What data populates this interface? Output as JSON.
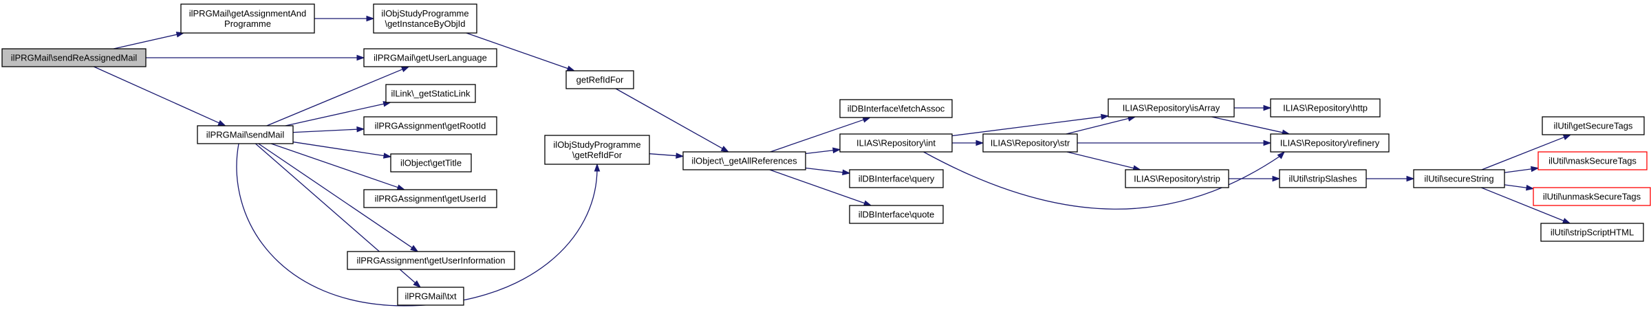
{
  "nodes": {
    "n1": [
      "ilPRGMail\\sendReAssignedMail"
    ],
    "n2": [
      "ilPRGMail\\getAssignmentAnd",
      "Programme"
    ],
    "n3": [
      "ilObjStudyProgramme",
      "\\getInstanceByObjId"
    ],
    "n4": [
      "ilPRGMail\\getUserLanguage"
    ],
    "n5": [
      "ilPRGMail\\sendMail"
    ],
    "n6": [
      "getRefIdFor"
    ],
    "n7": [
      "ilLink\\_getStaticLink"
    ],
    "n8": [
      "ilPRGAssignment\\getRootId"
    ],
    "n9": [
      "ilObject\\getTitle"
    ],
    "n10": [
      "ilPRGAssignment\\getUserId"
    ],
    "n11": [
      "ilPRGAssignment\\getUserInformation"
    ],
    "n12": [
      "ilPRGMail\\txt"
    ],
    "n13": [
      "ilObjStudyProgramme",
      "\\getRefIdFor"
    ],
    "n14": [
      "ilObject\\_getAllReferences"
    ],
    "n15": [
      "ilDBInterface\\fetchAssoc"
    ],
    "n16": [
      "ILIAS\\Repository\\int"
    ],
    "n17": [
      "ilDBInterface\\query"
    ],
    "n18": [
      "ilDBInterface\\quote"
    ],
    "n19": [
      "ILIAS\\Repository\\isArray"
    ],
    "n20": [
      "ILIAS\\Repository\\str"
    ],
    "n21": [
      "ILIAS\\Repository\\strip"
    ],
    "n22": [
      "ILIAS\\Repository\\http"
    ],
    "n23": [
      "ILIAS\\Repository\\refinery"
    ],
    "n24": [
      "ilUtil\\stripSlashes"
    ],
    "n25": [
      "ilUtil\\secureString"
    ],
    "n26": [
      "ilUtil\\getSecureTags"
    ],
    "n27": [
      "ilUtil\\maskSecureTags"
    ],
    "n28": [
      "ilUtil\\unmaskSecureTags"
    ],
    "n29": [
      "ilUtil\\stripScriptHTML"
    ]
  },
  "edges": [
    [
      "n1",
      "n2"
    ],
    [
      "n1",
      "n4"
    ],
    [
      "n1",
      "n5"
    ],
    [
      "n2",
      "n3"
    ],
    [
      "n3",
      "n6"
    ],
    [
      "n6",
      "n14"
    ],
    [
      "n5",
      "n4"
    ],
    [
      "n5",
      "n7"
    ],
    [
      "n5",
      "n8"
    ],
    [
      "n5",
      "n9"
    ],
    [
      "n5",
      "n10"
    ],
    [
      "n5",
      "n11"
    ],
    [
      "n5",
      "n12"
    ],
    [
      "n5",
      "n13"
    ],
    [
      "n13",
      "n14"
    ],
    [
      "n14",
      "n15"
    ],
    [
      "n14",
      "n16"
    ],
    [
      "n14",
      "n17"
    ],
    [
      "n14",
      "n18"
    ],
    [
      "n16",
      "n19"
    ],
    [
      "n16",
      "n20"
    ],
    [
      "n16",
      "n23"
    ],
    [
      "n19",
      "n22"
    ],
    [
      "n19",
      "n23"
    ],
    [
      "n20",
      "n19"
    ],
    [
      "n20",
      "n23"
    ],
    [
      "n20",
      "n21"
    ],
    [
      "n21",
      "n24"
    ],
    [
      "n24",
      "n25"
    ],
    [
      "n25",
      "n26"
    ],
    [
      "n25",
      "n27"
    ],
    [
      "n25",
      "n28"
    ],
    [
      "n25",
      "n29"
    ]
  ],
  "colors": {
    "edge": "#191970",
    "root_fill": "#bfbfbf",
    "missing_border": "#ff0000"
  }
}
